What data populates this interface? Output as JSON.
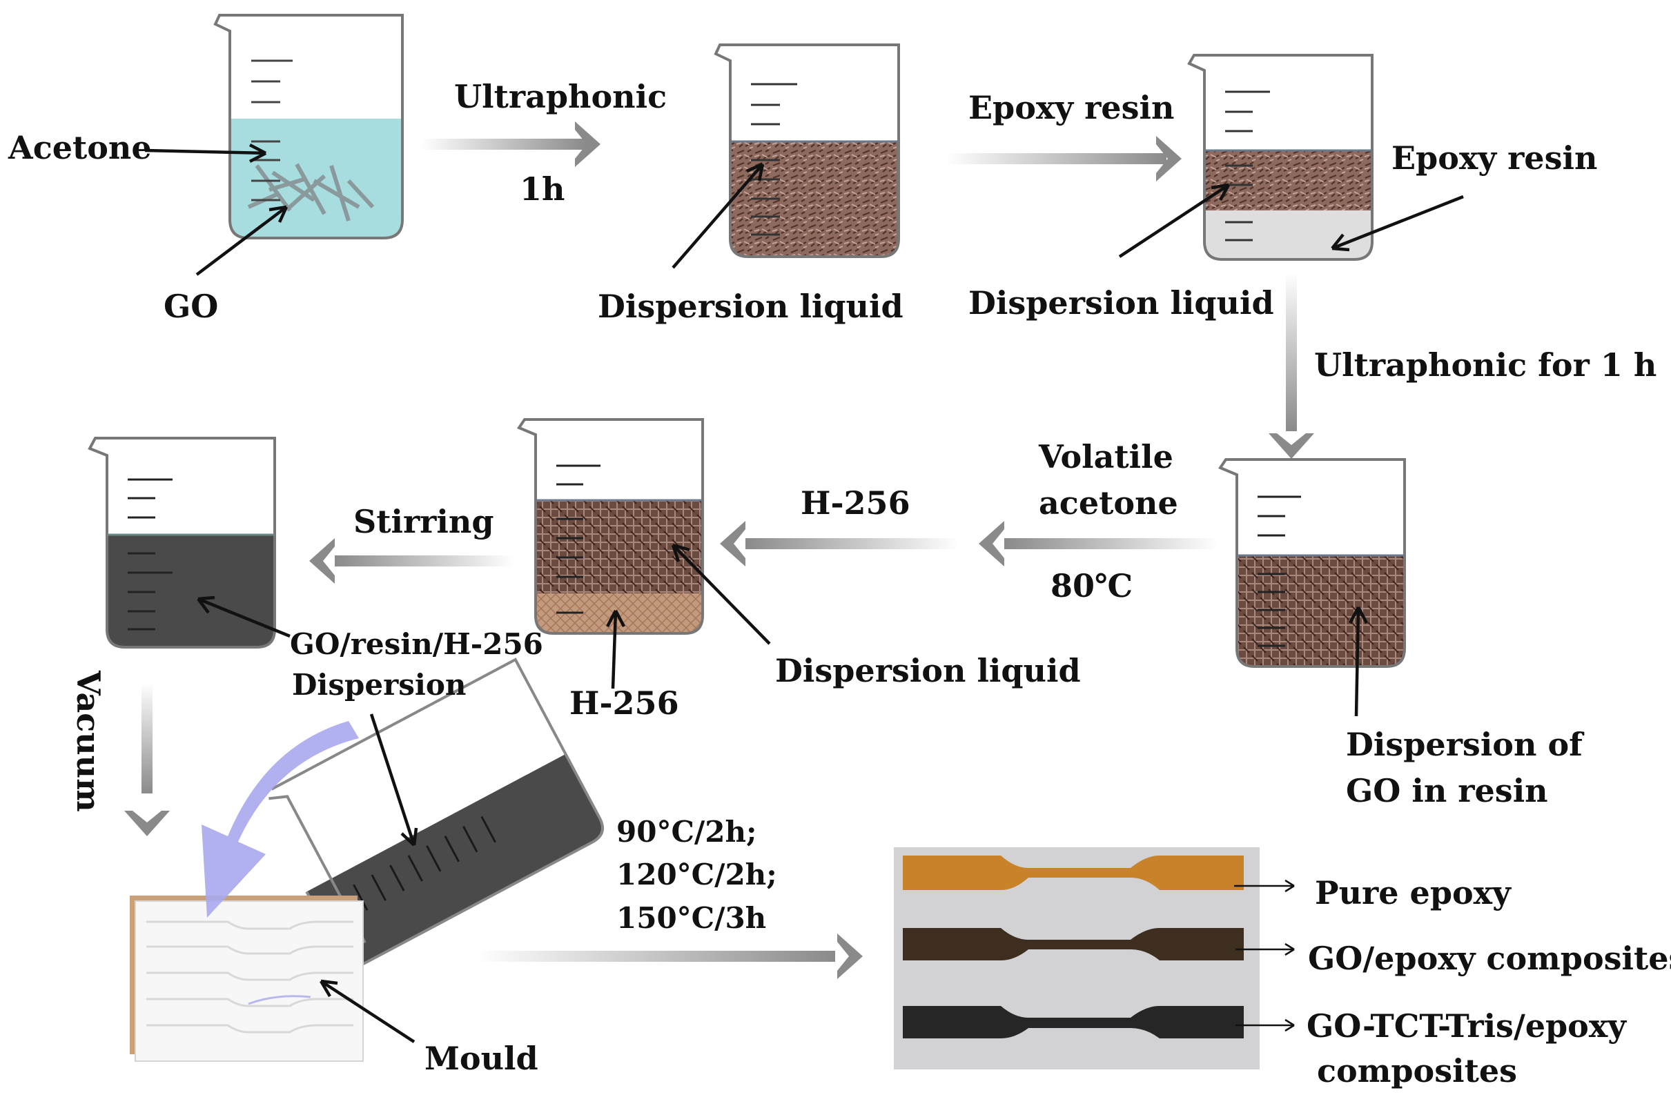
{
  "colors": {
    "acetone": "#a8dde0",
    "dispersion": "#8e6a5e",
    "dispersion_dark": "#6b4a40",
    "epoxy_resin": "#dedede",
    "h256_layer": "#c49a7f",
    "go_resin_h256": "#4a4a4a",
    "process_arrow": "#8a8a8a",
    "pour_arrow": "#a9a9ee",
    "pure_epoxy_bar": "#c8822a",
    "go_epoxy_bar": "#3e2e20",
    "tct_epoxy_bar": "#262626",
    "specimen_bg": "#d2d2d4"
  },
  "labels": {
    "acetone": "Acetone",
    "go": "GO",
    "ultraphonic": "Ultraphonic",
    "one_h": "1h",
    "dispersion_liquid_1": "Dispersion liquid",
    "epoxy_resin_arrow": "Epoxy resin",
    "epoxy_resin_layer": "Epoxy resin",
    "dispersion_liquid_2": "Dispersion liquid",
    "ultraphonic_1h": "Ultraphonic for 1 h",
    "volatile": "Volatile",
    "acetone_evap": "acetone",
    "temp_80": "80℃",
    "h256_arrow": "H-256",
    "dispersion_liquid_3": "Dispersion liquid",
    "h256_layer": "H-256",
    "stirring": "Stirring",
    "go_resin_h256_line1": "GO/resin/H-256",
    "go_resin_h256_line2": "Dispersion",
    "dispersion_of": "Dispersion of",
    "go_in_resin": "GO in resin",
    "vacuum": "Vacuum",
    "mould": "Mould",
    "cure_1": "90°C/2h;",
    "cure_2": "120°C/2h;",
    "cure_3": "150°C/3h",
    "pure_epoxy": "Pure epoxy",
    "go_epoxy": "GO/epoxy composites",
    "tct_line1": "GO-TCT-Tris/epoxy",
    "tct_line2": "composites"
  }
}
